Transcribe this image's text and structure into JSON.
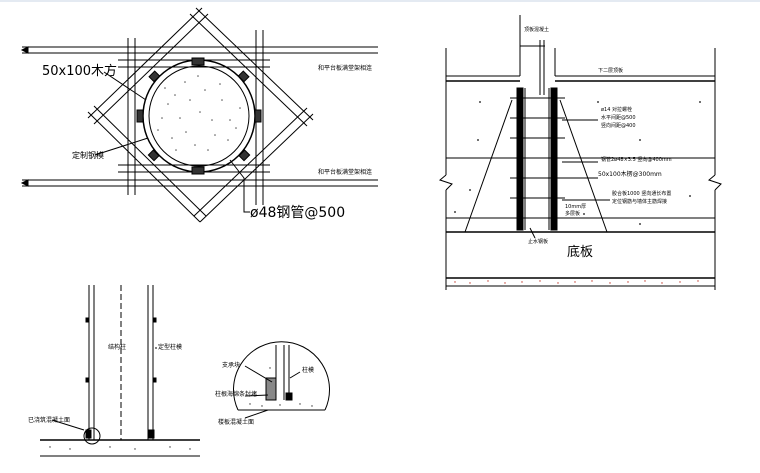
{
  "plan_view": {
    "label_timber": "50x100木方",
    "label_tie_right_top": "和平台板满堂架相连",
    "label_tie_right_bottom": "和平台板满堂架相连",
    "label_steel_plate": "定制钢模",
    "label_pipe": "ø48钢管@500"
  },
  "section_view": {
    "label_top_pour": "顶板混凝土",
    "label_tie": "对拉螺栓",
    "label_wall_top": "下二层顶板",
    "label_note_1": "ø14 对拉螺栓",
    "label_note_2": "水平间距@500",
    "label_note_3": "竖向间距@400",
    "label_steel_tube": "钢管2ø48×3.5 竖向@400mm",
    "label_timber_row": "50x100木楞@300mm",
    "label_hole": "10mm厚",
    "label_plate_note": "多层板",
    "label_plywood": "胶合板1000 竖向通长布置",
    "label_plywood_2": "定位钢筋与墙体主筋焊接",
    "label_bottom_left": "止水钢板",
    "label_base": "底板"
  },
  "elevation_view": {
    "label_column": "结构柱",
    "label_formwork": "定型柱模",
    "label_base_slab": "已浇筑混凝土面"
  },
  "detail_view": {
    "label_support": "支承块",
    "label_column_side": "柱模",
    "label_sponge": "柱根海绵条封堵",
    "label_concrete": "楼板混凝土面"
  }
}
